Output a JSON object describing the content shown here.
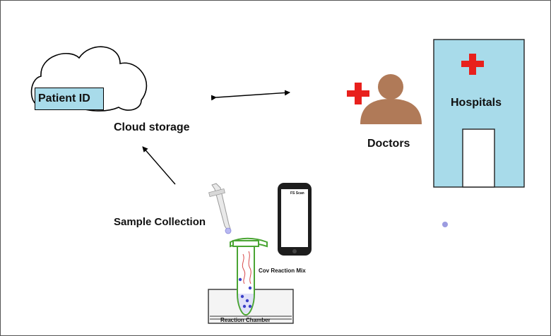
{
  "labels": {
    "patient_id": "Patient ID",
    "cloud_storage": "Cloud storage",
    "doctors": "Doctors",
    "hospitals": "Hospitals",
    "sample_collection": "Sample Collection",
    "cov_reaction_mix": "Cov Reaction Mix",
    "reaction_chamber": "Reaction Chamber",
    "phone_screen_text": "FS Scan"
  },
  "colors": {
    "hospital_fill": "#a8dbea",
    "cross": "#e8201c",
    "doctor": "#b07a58",
    "tube_outline": "#4aa533",
    "dots": "#3b40c8",
    "squiggle": "#d84a4a"
  },
  "icons": [
    "cloud-icon",
    "doctor-icon",
    "medical-cross-icon",
    "hospital-building-icon",
    "swab-icon",
    "smartphone-icon",
    "tube-icon",
    "reaction-chamber-icon"
  ]
}
